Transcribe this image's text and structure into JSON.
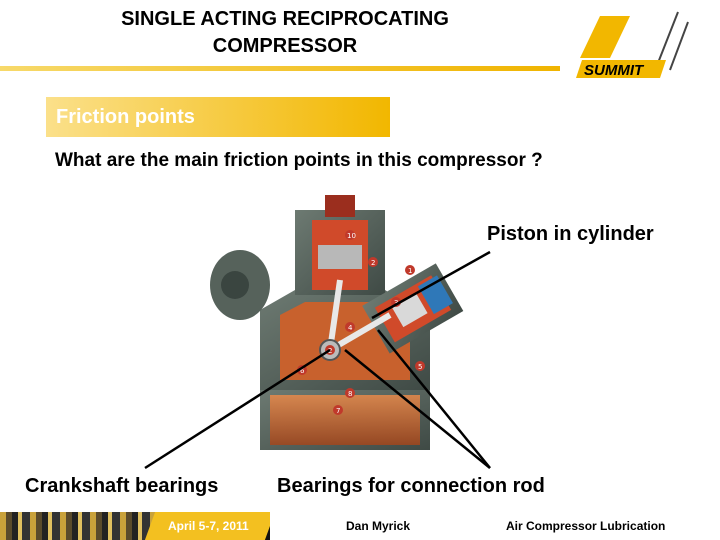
{
  "title": {
    "line1": "SINGLE ACTING RECIPROCATING",
    "line2": "COMPRESSOR"
  },
  "logo": {
    "text": "SUMMIT"
  },
  "section": {
    "label": "Friction points"
  },
  "question": "What are the main friction points in this compressor ?",
  "labels": {
    "piston": "Piston in cylinder",
    "crankshaft": "Crankshaft bearings",
    "connecting_rod": "Bearings for connection rod"
  },
  "diagram": {
    "badges": [
      "10",
      "2",
      "1",
      "3",
      "4",
      "5",
      "2",
      "6",
      "8",
      "7"
    ]
  },
  "footer": {
    "date": "April 5-7, 2011",
    "author": "Dan Myrick",
    "topic": "Air Compressor Lubrication"
  },
  "colors": {
    "accent": "#f2b700",
    "footer_bg": "#111111"
  }
}
